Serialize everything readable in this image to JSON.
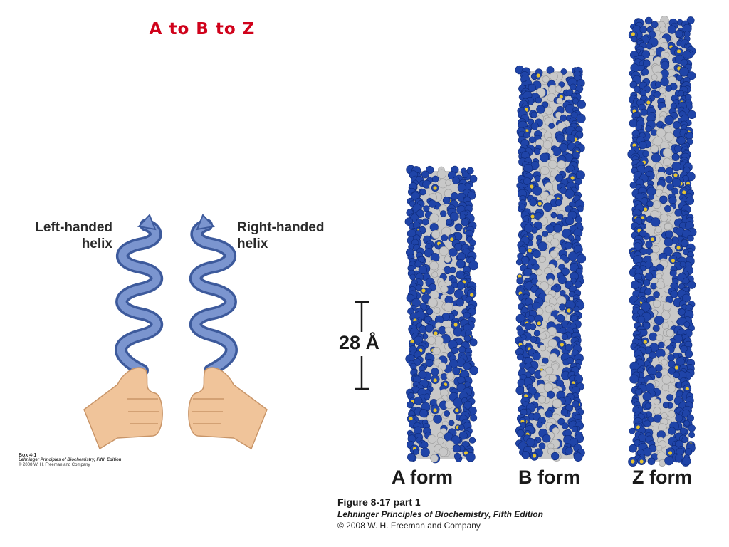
{
  "title": "A to B to Z",
  "left_helix_label": [
    "Left-handed",
    "helix"
  ],
  "right_helix_label": [
    "Right-handed",
    "helix"
  ],
  "scale_label": "28 Å",
  "forms": [
    "A form",
    "B form",
    "Z form"
  ],
  "box_credit": [
    "Box 4-1",
    "Lehninger Principles of Biochemistry, Fifth Edition",
    "© 2008 W. H. Freeman and Company"
  ],
  "figure_credit": [
    "Figure 8-17 part 1",
    "Lehninger Principles of Biochemistry, Fifth Edition",
    "© 2008 W. H. Freeman and Company"
  ],
  "colors": {
    "title": "#d0021b",
    "helix_ribbon": "#5b79b8",
    "dna_blue": "#1f44a8",
    "dna_gray": "#c8c8c8",
    "dna_yellow": "#e6c430",
    "skin": "#f0c49a"
  }
}
